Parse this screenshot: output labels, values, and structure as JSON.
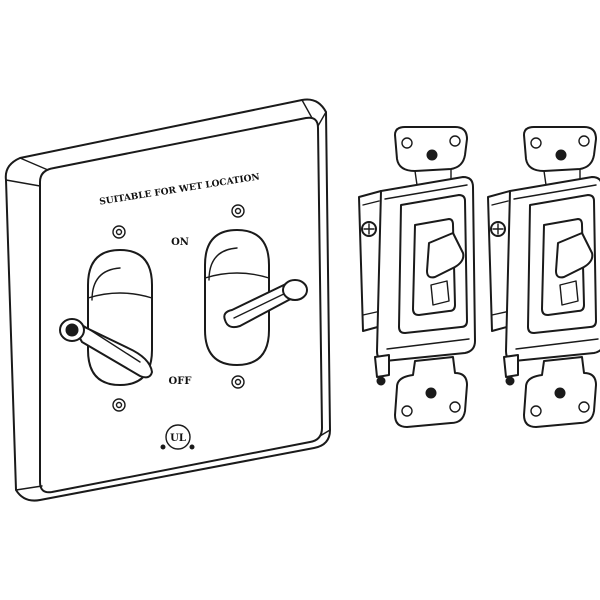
{
  "plate": {
    "caption": "SUITABLE FOR WET LOCATION",
    "on_label": "ON",
    "off_label": "OFF",
    "cert_mark": "UL"
  },
  "colors": {
    "line": "#1a1a1a",
    "background": "#ffffff"
  }
}
